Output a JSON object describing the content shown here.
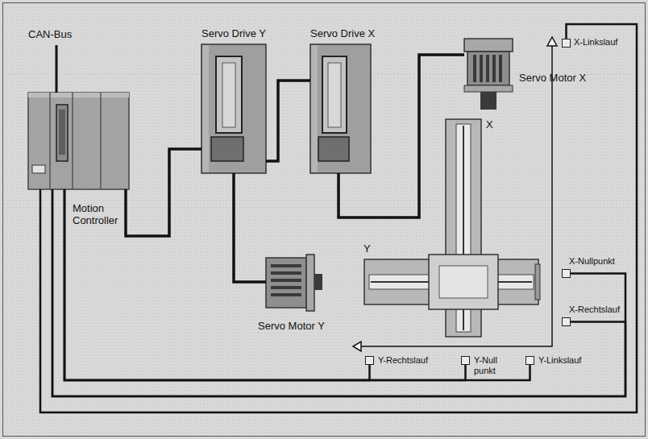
{
  "diagram": {
    "nodes": [
      {
        "text": [
          "Motion Controller"
        ]
      },
      {
        "text": [
          "Servo Drive Y"
        ]
      },
      {
        "text": [
          "Servo Drive X"
        ]
      },
      {
        "text": [
          "Servo Motor X"
        ]
      },
      {
        "text": [
          "Servo Motor Y"
        ]
      },
      {
        "text": [
          "X-Linkslauf"
        ]
      },
      {
        "text": [
          "X-Nullpunkt"
        ]
      },
      {
        "text": [
          "X-Rechtslauf"
        ]
      },
      {
        "text": [
          "Y-Rechtslauf"
        ]
      },
      {
        "text": [
          "Y-Null punkt"
        ]
      },
      {
        "text": [
          "Y-Linkslauf"
        ]
      }
    ],
    "edges": [
      {
        "from": 0,
        "to": 1,
        "arrow": "none"
      },
      {
        "from": 1,
        "to": 2,
        "arrow": "none"
      },
      {
        "from": 2,
        "to": 3,
        "arrow": "none"
      },
      {
        "from": 1,
        "to": 4,
        "arrow": "none"
      },
      {
        "from": 0,
        "to": 5,
        "arrow": "none"
      },
      {
        "from": 0,
        "to": 6,
        "arrow": "none"
      },
      {
        "from": 0,
        "to": 7,
        "arrow": "none"
      },
      {
        "from": 0,
        "to": 8,
        "arrow": "none"
      },
      {
        "from": 0,
        "to": 9,
        "arrow": "none"
      },
      {
        "from": 0,
        "to": 10,
        "arrow": "none"
      }
    ],
    "labels": [
      "CAN-Bus",
      "X",
      "Y"
    ]
  }
}
